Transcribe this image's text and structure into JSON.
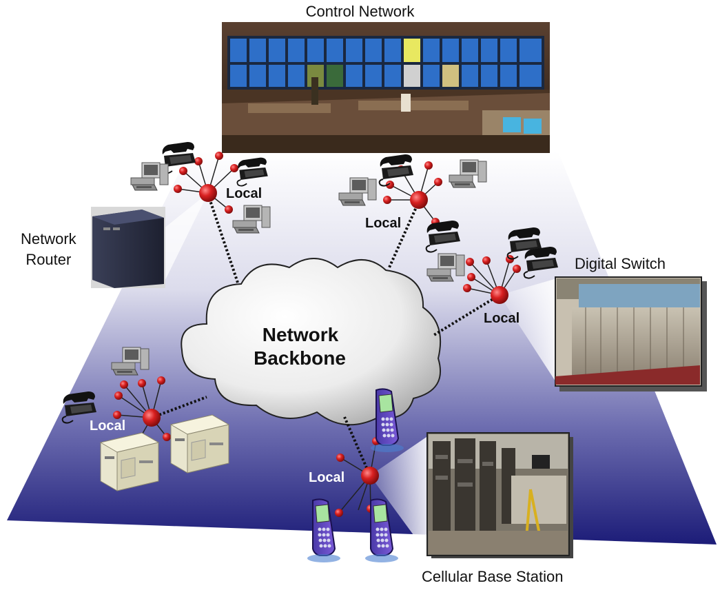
{
  "labels": {
    "control_network": "Control Network",
    "network_router": "Network\nRouter",
    "digital_switch": "Digital Switch",
    "backbone_line1": "Network",
    "backbone_line2": "Backbone",
    "cellular_base_station": "Cellular Base Station",
    "local": "Local"
  },
  "photos": [
    "control-room-photo",
    "network-router-photo",
    "digital-switch-photo",
    "cellular-base-station-photo"
  ],
  "device_icons": [
    "telephone-icon",
    "desktop-computer-icon",
    "server-tower-icon",
    "mobile-phone-icon"
  ],
  "colors": {
    "node_red": "#c8181c",
    "plane_top": "#ffffff",
    "plane_bottom": "#1f1f7a",
    "link_dotted": "#111111"
  }
}
